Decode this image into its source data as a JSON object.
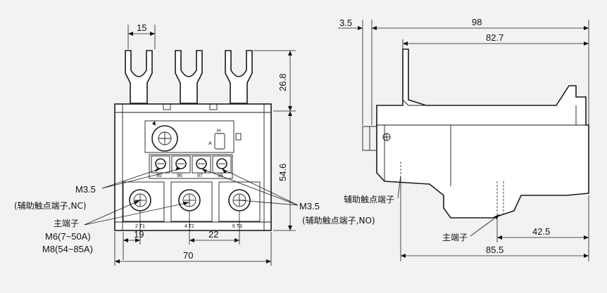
{
  "front_view": {
    "dimensions": {
      "top_width": "15",
      "terminal_height": "26.8",
      "body_height": "54.6",
      "terminal_pitch_left": "19",
      "terminal_pitch_right": "22",
      "total_width": "70"
    },
    "terminal_labels": {
      "t1": "2  T1",
      "t2": "4  T2",
      "t3": "6  T3"
    },
    "aux_labels": {
      "a1": "95",
      "a2": "96",
      "a3": "97",
      "a4": "98"
    },
    "knob_labels": {
      "h": "H",
      "a": "A"
    },
    "callouts": {
      "m35_nc_line1": "M3.5",
      "m35_nc_line2": "(辅助触点端子,NC)",
      "main_terminal": "主端子",
      "m6_label": "M6(7~50A)",
      "m8_label": "M8(54~85A)",
      "m35_no_line1": "M3.5",
      "m35_no_line2": "(辅助触点端子,NO)"
    }
  },
  "side_view": {
    "dimensions": {
      "offset": "3.5",
      "total_depth": "98",
      "inner_depth": "82.7",
      "bottom_offset": "42.5",
      "bottom_depth": "85.5"
    },
    "callouts": {
      "aux_terminal": "辅助触点端子",
      "main_terminal": "主端子"
    }
  }
}
